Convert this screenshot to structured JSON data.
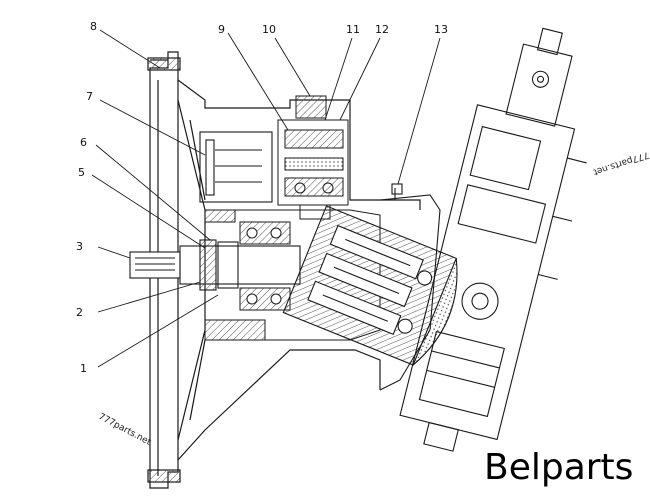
{
  "callouts": [
    "1",
    "2",
    "3",
    "5",
    "6",
    "7",
    "8",
    "9",
    "10",
    "11",
    "12",
    "13"
  ],
  "watermarks": [
    "777parts.net",
    "777parts.net"
  ],
  "brand": "Belparts",
  "colors": {
    "line": "#1a1a1a",
    "hatch": "#555555",
    "background": "#ffffff"
  }
}
